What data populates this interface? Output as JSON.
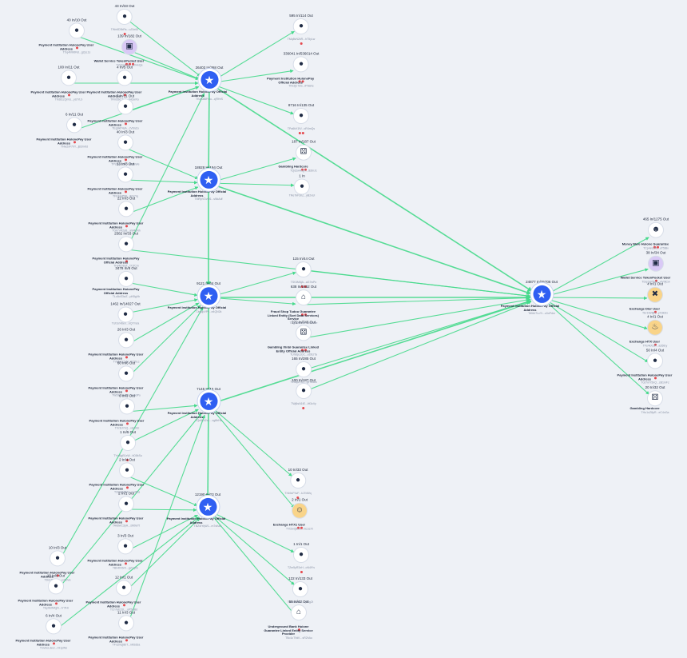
{
  "colors": {
    "edge": "#45d98b",
    "hub": "#2f5ff2",
    "background": "#eef1f6",
    "badge": "#e5484d"
  },
  "hubs": [
    {
      "id": "h1",
      "counter": "26403 In/368 Out",
      "label": "Payment Institution HuionePay Official Address",
      "sub": "TKaA8BFmu...cjRHrS"
    },
    {
      "id": "h2",
      "counter": "18928 In/194 Out",
      "label": "Payment Institution HuionePay Official Address",
      "sub": "TMRpVDvG6...sNkAdf"
    },
    {
      "id": "h3",
      "counter": "9121 In/44 Out",
      "label": "Payment Institution HuionePay Official",
      "sub": "TJrg5pVPv...e4QN2k"
    },
    {
      "id": "h4",
      "counter": "7145 In/15 Out",
      "label": "Payment Institution HuionePay Official Address",
      "sub": "TQe5Gt2aL...xg8bHd"
    },
    {
      "id": "h5",
      "counter": "12190 In/23 Out",
      "label": "Payment Institution HuionePay Official Address",
      "sub": "TBZ4rYqW1...m7sKae"
    },
    {
      "id": "h6",
      "counter": "24877 In/35706 Out",
      "label": "Payment Institution HuionePay Official Address",
      "sub": "TAWv7LcYi...u3oPdm"
    }
  ],
  "nodes": [
    {
      "id": "l1",
      "counter": "43 In/33 Out",
      "label": "",
      "sub": "TWn6D3kRs...uJ3w5J",
      "icon": "pin",
      "badges": 1
    },
    {
      "id": "l2",
      "counter": "40 In/10 Out",
      "label": "Payment Institution HuionePay User Address",
      "sub": "TXq4hW9Nd...g2pL1s",
      "icon": "pin",
      "badges": 1
    },
    {
      "id": "l3",
      "counter": "139 In/182 Out",
      "label": "Wallet Service TokenPocket User",
      "sub": "TYp2cA8Jk...nX4vQe",
      "icon": "wallet",
      "badges": 3,
      "tint": "purple"
    },
    {
      "id": "l4",
      "counter": "100 In/11 Out",
      "label": "Payment Institution HuionePay User Address",
      "sub": "TKd81zQmG...yU7rLb",
      "icon": "pin",
      "badges": 1
    },
    {
      "id": "l5",
      "counter": "4 In/5 Out",
      "label": "Payment Institution HuionePay User Address",
      "sub": "TRm5bC3vJ...qH2wXo",
      "icon": "pin",
      "badges": 1
    },
    {
      "id": "l6",
      "counter": "5 In/11 Out",
      "label": "Payment Institution HuionePay User Address",
      "sub": "TEg9kP4sA...cV6nZu",
      "icon": "pin",
      "badges": 1
    },
    {
      "id": "l7",
      "counter": "6 In/11 Out",
      "label": "Payment Institution HuionePay User Address",
      "sub": "TNw2xF7hY...jB3mKd",
      "icon": "pin",
      "badges": 1
    },
    {
      "id": "l8",
      "counter": "40 In/3 Out",
      "label": "Payment Institution HuionePay User Address",
      "sub": "TPs6uL1dR...oG8aWe",
      "icon": "pin",
      "badges": 1
    },
    {
      "id": "l9",
      "counter": "13 In/3 Out",
      "label": "Payment Institution HuionePay User Address",
      "sub": "TFh3nM5tK...iE9cYq",
      "icon": "pin",
      "badges": 1
    },
    {
      "id": "l10",
      "counter": "22 In/3 Out",
      "label": "Payment Institution HuionePay User Address",
      "sub": "TGk7vR2pB...aW4sNh",
      "icon": "pin",
      "badges": 1
    },
    {
      "id": "l11",
      "counter": "2582 In/33 Out",
      "label": "Payment Institution HuionePay Official Address",
      "sub": "THy4jD8qT...lX1fCm",
      "icon": "pin",
      "badges": 1
    },
    {
      "id": "l12",
      "counter": "3478 In/8 Out",
      "label": "Payment Institution HuionePay Official Address",
      "sub": "TLc8oS3wZ...pN5gVb",
      "icon": "pin",
      "badges": 0
    },
    {
      "id": "l13",
      "counter": "1462 In/14027 Out",
      "label": "",
      "sub": "TUb1rH6eX...kQ7mJa",
      "icon": "pin",
      "badges": 0
    },
    {
      "id": "l14",
      "counter": "26 In/3 Out",
      "label": "Payment Institution HuionePay User Address",
      "sub": "TVa5eG2yN...tR3hLc",
      "icon": "pin",
      "badges": 1
    },
    {
      "id": "l15",
      "counter": "60 In/6 Out",
      "label": "Payment Institution HuionePay User Address",
      "sub": "TWz9sK4mU...bF6dPo",
      "icon": "pin",
      "badges": 1
    },
    {
      "id": "l16",
      "counter": "6 In/3 Out",
      "label": "Payment Institution HuionePay User Address",
      "sub": "TXr3lJ7cQ...vA2nEi",
      "icon": "pin",
      "badges": 1
    },
    {
      "id": "l17",
      "counter": "1 In/5 Out",
      "label": "",
      "sub": "TYm6gB1xW...hD8kSu",
      "icon": "pin",
      "badges": 1
    },
    {
      "id": "l18",
      "counter": "2 In/4 Out",
      "label": "Payment Institution HuionePay User Address",
      "sub": "TZq2dN5vF...oL4jRa",
      "icon": "pin",
      "badges": 1
    },
    {
      "id": "l19",
      "counter": "2 In/1 Out",
      "label": "Payment Institution HuionePay User Address",
      "sub": "TAk8wC3pH...sM9eYt",
      "icon": "pin",
      "badges": 1
    },
    {
      "id": "l20",
      "counter": "3 In/3 Out",
      "label": "Payment Institution HuionePay User Address",
      "sub": "TBh4tV6rK...gZ1qXn",
      "icon": "pin",
      "badges": 1
    },
    {
      "id": "l21",
      "counter": "12 In/1 Out",
      "label": "Payment Institution HuionePay User Address",
      "sub": "TCn7yE2sL...uP5wBd",
      "icon": "pin",
      "badges": 1
    },
    {
      "id": "l22",
      "counter": "10 In/3 Out",
      "label": "Payment Institution HuionePay User Address",
      "sub": "TDs1fR9aM...cJ3oVe",
      "icon": "pin",
      "badges": 1
    },
    {
      "id": "l23",
      "counter": "10 In/6 Out",
      "label": "Payment Institution HuionePay User Address",
      "sub": "TEp5kW4gN...iY7lHr",
      "icon": "pin",
      "badges": 1
    },
    {
      "id": "l24",
      "counter": "11 In/3 Out",
      "label": "Payment Institution HuionePay User Address",
      "sub": "TFx2mQ8bT...nK6dSa",
      "icon": "pin",
      "badges": 1
    },
    {
      "id": "l25",
      "counter": "6 In/4 Out",
      "label": "Payment Institution HuionePay User Address",
      "sub": "TGv9cL3eU...rH1pWo",
      "icon": "pin",
      "badges": 1
    },
    {
      "id": "c1",
      "counter": "595 In/114 Out",
      "label": "",
      "sub": "TMq8vN2kR...hT5yLw",
      "icon": "pin",
      "badges": 1
    },
    {
      "id": "c2",
      "counter": "336041 In/536014 Out",
      "label": "Payment Institution HuionePay Official Address",
      "sub": "TNr3jC7dS...lP9aKe",
      "icon": "pin",
      "badges": 2
    },
    {
      "id": "c3",
      "counter": "8716 In/135 Out",
      "label": "",
      "sub": "TPa6bX1fV...oR4mQs",
      "icon": "pin",
      "badges": 2
    },
    {
      "id": "c4",
      "counter": "187 In/187 Out",
      "label": "Gambling Hardcore",
      "sub": "TQd2wH5gY...tE8nJc",
      "icon": "dice",
      "badges": 2
    },
    {
      "id": "c5",
      "counter": "1 In",
      "label": "",
      "sub": "TRe7kF3hZ...yB2vUi",
      "icon": "pin",
      "badges": 0
    },
    {
      "id": "c6",
      "counter": "115 In/44 Out",
      "label": "",
      "sub": "TSf1lM6jA...aG7wPo",
      "icon": "pin",
      "badges": 2
    },
    {
      "id": "c7",
      "counter": "638 In/1852 Out",
      "label": "Fraud Shop Tudou Guarantee Linked Entity (Sort Data Services) Service",
      "sub": "TTg4nK9mB...cS1xRe",
      "icon": "shop",
      "badges": 2
    },
    {
      "id": "c8",
      "counter": "272 In/748 Out",
      "label": "Gambling Xinbi Guarantee Linked Entity Official Address",
      "sub": "TUh8pL2oC...eD6zTa",
      "icon": "dice",
      "badges": 2
    },
    {
      "id": "c9",
      "counter": "165 In/285 Out",
      "label": "",
      "sub": "TVi3qM7rD...gF9bUw",
      "icon": "pin",
      "badges": 1
    },
    {
      "id": "c10",
      "counter": "100 In/187 Out",
      "label": "",
      "sub": "TWj6sN1tE...iH3cVy",
      "icon": "pin",
      "badges": 1
    },
    {
      "id": "c11",
      "counter": "10 In/33 Out",
      "label": "",
      "sub": "TXk9uP4vF...kJ7dWq",
      "icon": "pin",
      "badges": 1
    },
    {
      "id": "c12",
      "counter": "2 In/1 Out",
      "label": "Exchange HTX1 User",
      "sub": "TYl2wQ8xG...mL1eXr",
      "icon": "user",
      "badges": 2,
      "tint": "orange"
    },
    {
      "id": "c13",
      "counter": "1 In/1 Out",
      "label": "",
      "sub": "TZm5yR3zH...oN4fYs",
      "icon": "pin",
      "badges": 1
    },
    {
      "id": "c14",
      "counter": "122 In/133 Out",
      "label": "",
      "sub": "TAn8aS6bJ...qP8gZt",
      "icon": "pin",
      "badges": 1
    },
    {
      "id": "c15",
      "counter": "65 In/42 Out",
      "label": "Underground Bank Huione Guarantee Linked Entity Service Provider",
      "sub": "TBo1cT9dK...sR2hAu",
      "icon": "bank",
      "badges": 1
    },
    {
      "id": "r1",
      "counter": "465 In/1275 Out",
      "label": "Money Mule Huione Guarantee",
      "sub": "TCp4eU2fL...uT5iBv",
      "icon": "person",
      "badges": 2
    },
    {
      "id": "r2",
      "counter": "38 In/34 Out",
      "label": "Wallet Service TokenPocket User",
      "sub": "TDq7gV5hM...wV9jCw",
      "icon": "wallet",
      "badges": 1,
      "tint": "purple"
    },
    {
      "id": "r3",
      "counter": "4 In/1 Out",
      "label": "Exchange Dior User",
      "sub": "TEr1iW8jN...yX3kDx",
      "icon": "cross",
      "badges": 1,
      "tint": "orange"
    },
    {
      "id": "r4",
      "counter": "4 In/1 Out",
      "label": "Exchange HTX User",
      "sub": "TFs4kX2lP...aZ6lEy",
      "icon": "flame",
      "badges": 1,
      "tint": "orange"
    },
    {
      "id": "r5",
      "counter": "50 In/4 Out",
      "label": "Payment Institution HuionePay User Address",
      "sub": "TGt7mY5nQ...cB1mFz",
      "icon": "pin",
      "badges": 1
    },
    {
      "id": "r6",
      "counter": "20 In/32 Out",
      "label": "Gambling Hardcore",
      "sub": "THu1oZ8pR...eC4nGa",
      "icon": "dice",
      "badges": 0
    }
  ],
  "edges": [
    {
      "from": "l1",
      "to": "h1",
      "label": ""
    },
    {
      "from": "l2",
      "to": "h1",
      "label": ""
    },
    {
      "from": "l3",
      "to": "h1",
      "label": ""
    },
    {
      "from": "l4",
      "to": "h1",
      "label": ""
    },
    {
      "from": "l5",
      "to": "h1",
      "label": ""
    },
    {
      "from": "l6",
      "to": "h1",
      "label": ""
    },
    {
      "from": "l7",
      "to": "h1",
      "label": ""
    },
    {
      "from": "l8",
      "to": "h2",
      "label": ""
    },
    {
      "from": "l9",
      "to": "h2",
      "label": ""
    },
    {
      "from": "l10",
      "to": "h2",
      "label": ""
    },
    {
      "from": "l11",
      "to": "h1",
      "label": ""
    },
    {
      "from": "l12",
      "to": "h3",
      "label": ""
    },
    {
      "from": "l13",
      "to": "h3",
      "label": ""
    },
    {
      "from": "l14",
      "to": "h3",
      "label": ""
    },
    {
      "from": "l15",
      "to": "h3",
      "label": ""
    },
    {
      "from": "l16",
      "to": "h4",
      "label": ""
    },
    {
      "from": "l17",
      "to": "h4",
      "label": ""
    },
    {
      "from": "l18",
      "to": "h5",
      "label": ""
    },
    {
      "from": "l19",
      "to": "h5",
      "label": ""
    },
    {
      "from": "l20",
      "to": "h5",
      "label": ""
    },
    {
      "from": "l21",
      "to": "h5",
      "label": ""
    },
    {
      "from": "l22",
      "to": "h3",
      "label": ""
    },
    {
      "from": "l23",
      "to": "h4",
      "label": ""
    },
    {
      "from": "l24",
      "to": "h4",
      "label": ""
    },
    {
      "from": "l25",
      "to": "h5",
      "label": ""
    },
    {
      "from": "h1",
      "to": "c1",
      "label": ""
    },
    {
      "from": "h1",
      "to": "c2",
      "label": ""
    },
    {
      "from": "h1",
      "to": "c3",
      "label": ""
    },
    {
      "from": "h1",
      "to": "h6",
      "label": ""
    },
    {
      "from": "h1",
      "to": "h2",
      "label": ""
    },
    {
      "from": "h2",
      "to": "c4",
      "label": ""
    },
    {
      "from": "h2",
      "to": "c5",
      "label": ""
    },
    {
      "from": "h2",
      "to": "h6",
      "label": ""
    },
    {
      "from": "h2",
      "to": "h3",
      "label": ""
    },
    {
      "from": "h3",
      "to": "c6",
      "label": ""
    },
    {
      "from": "h3",
      "to": "c7",
      "label": ""
    },
    {
      "from": "h3",
      "to": "h6",
      "label": ""
    },
    {
      "from": "h3",
      "to": "h4",
      "label": ""
    },
    {
      "from": "h4",
      "to": "c11",
      "label": ""
    },
    {
      "from": "h4",
      "to": "c12",
      "label": ""
    },
    {
      "from": "h4",
      "to": "h6",
      "label": ""
    },
    {
      "from": "h4",
      "to": "h5",
      "label": ""
    },
    {
      "from": "h5",
      "to": "c13",
      "label": ""
    },
    {
      "from": "h5",
      "to": "c14",
      "label": ""
    },
    {
      "from": "h5",
      "to": "c15",
      "label": ""
    },
    {
      "from": "c6",
      "to": "h6",
      "label": ""
    },
    {
      "from": "c7",
      "to": "h6",
      "label": ""
    },
    {
      "from": "c8",
      "to": "h6",
      "label": ""
    },
    {
      "from": "c9",
      "to": "h6",
      "label": ""
    },
    {
      "from": "c10",
      "to": "h6",
      "label": ""
    },
    {
      "from": "h6",
      "to": "r1",
      "label": ""
    },
    {
      "from": "h6",
      "to": "r2",
      "label": ""
    },
    {
      "from": "h6",
      "to": "r3",
      "label": ""
    },
    {
      "from": "h6",
      "to": "r4",
      "label": ""
    },
    {
      "from": "h6",
      "to": "r5",
      "label": ""
    },
    {
      "from": "h6",
      "to": "r6",
      "label": ""
    },
    {
      "from": "l11",
      "to": "h6",
      "label": ""
    }
  ]
}
